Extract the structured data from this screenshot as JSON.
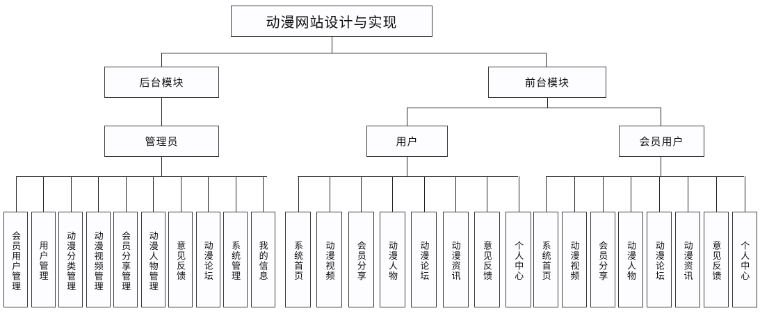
{
  "diagram": {
    "type": "hierarchy-tree",
    "title": "动漫网站设计与实现",
    "level2": {
      "backend": "后台模块",
      "frontend": "前台模块"
    },
    "level3": {
      "admin": "管理员",
      "user": "用户",
      "member": "会员用户"
    },
    "admin_leaves": [
      "会员用户管理",
      "用户管理",
      "动漫分类管理",
      "动漫视频管理",
      "会员分享管理",
      "动漫人物管理",
      "意见反馈",
      "动漫论坛",
      "系统管理",
      "我的信息"
    ],
    "user_leaves": [
      "系统首页",
      "动漫视频",
      "会员分享",
      "动漫人物",
      "动漫论坛",
      "动漫资讯",
      "意见反馈",
      "个人中心"
    ],
    "member_leaves": [
      "系统首页",
      "动漫视频",
      "会员分享",
      "动漫人物",
      "动漫论坛",
      "动漫资讯",
      "意见反馈",
      "个人中心"
    ],
    "colors": {
      "box_fill": "#fdfdff",
      "box_border": "#3a3a3a",
      "connector": "#232323",
      "text": "#0c0c0c",
      "background": "#ffffff"
    }
  }
}
